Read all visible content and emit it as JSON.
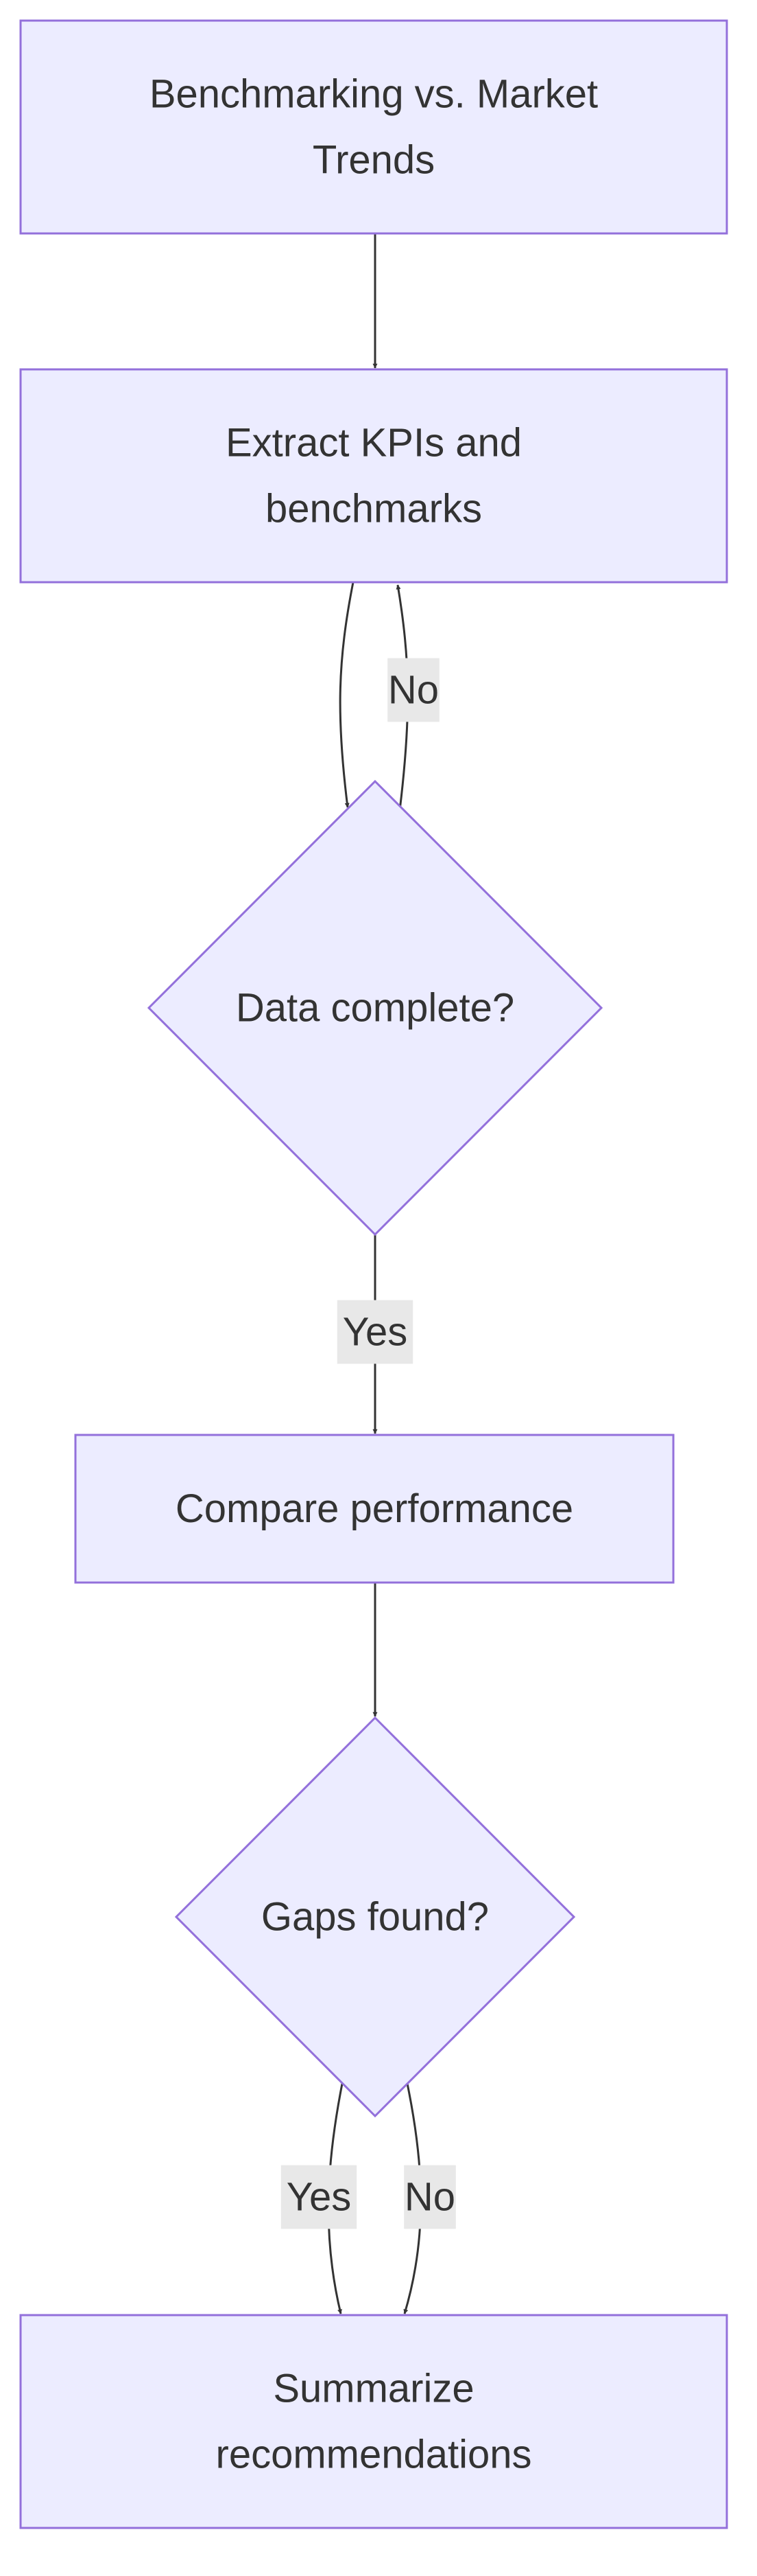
{
  "diagram": {
    "type": "flowchart",
    "nodes": [
      {
        "id": "benchmarking",
        "shape": "rect",
        "lines": [
          "Benchmarking vs. Market",
          "Trends"
        ]
      },
      {
        "id": "extract",
        "shape": "rect",
        "lines": [
          "Extract KPIs and",
          "benchmarks"
        ]
      },
      {
        "id": "data-complete",
        "shape": "diamond",
        "lines": [
          "Data complete?"
        ]
      },
      {
        "id": "compare",
        "shape": "rect",
        "lines": [
          "Compare performance"
        ]
      },
      {
        "id": "gaps-found",
        "shape": "diamond",
        "lines": [
          "Gaps found?"
        ]
      },
      {
        "id": "summarize",
        "shape": "rect",
        "lines": [
          "Summarize",
          "recommendations"
        ]
      }
    ],
    "edges": [
      {
        "from": "benchmarking",
        "to": "extract",
        "label": ""
      },
      {
        "from": "extract",
        "to": "data-complete",
        "label": ""
      },
      {
        "from": "data-complete",
        "to": "extract",
        "label": "No"
      },
      {
        "from": "data-complete",
        "to": "compare",
        "label": "Yes"
      },
      {
        "from": "compare",
        "to": "gaps-found",
        "label": ""
      },
      {
        "from": "gaps-found",
        "to": "summarize",
        "label": "Yes"
      },
      {
        "from": "gaps-found",
        "to": "summarize",
        "label": "No"
      }
    ]
  },
  "colors": {
    "node_fill": "#ECECFF",
    "node_stroke": "#9370DB",
    "edge": "#333333",
    "text": "#333333",
    "label_bg": "#E8E8E8"
  }
}
